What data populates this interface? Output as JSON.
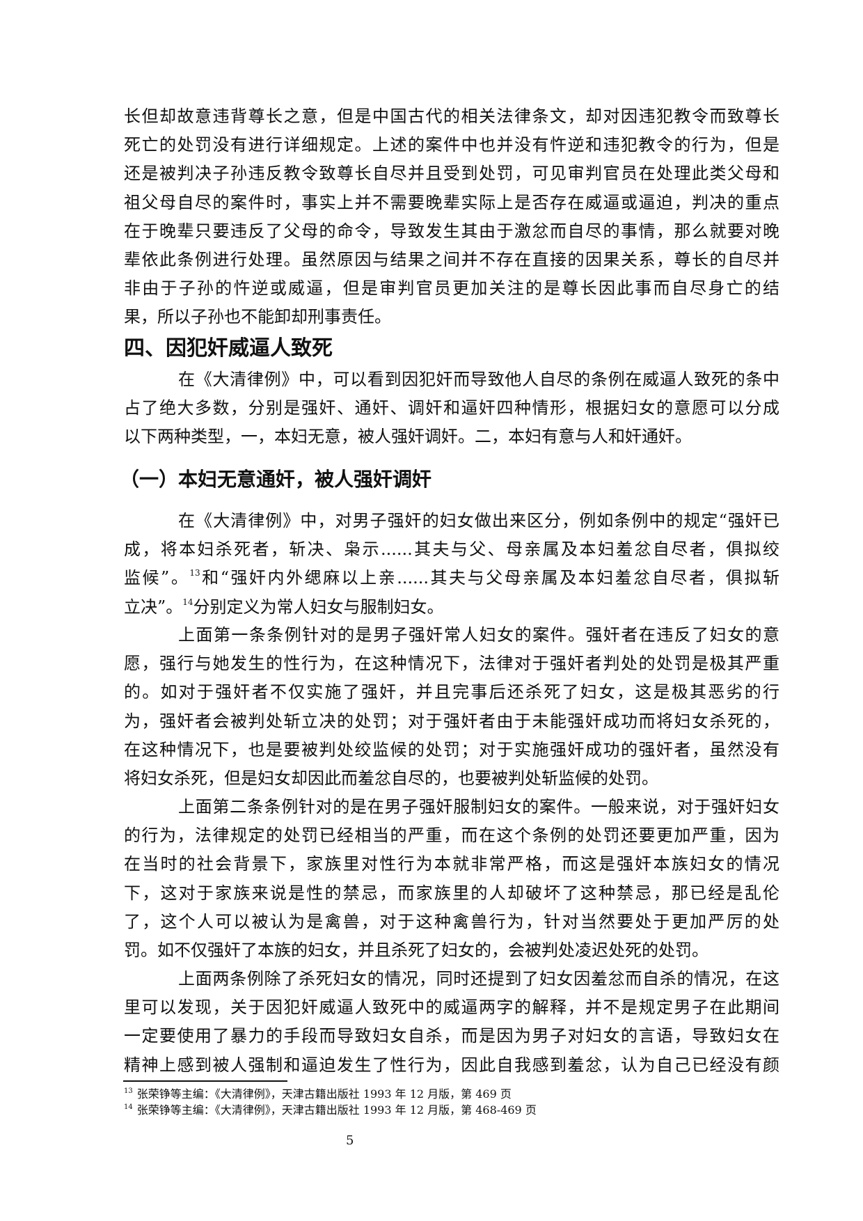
{
  "paragraph_1": [
    "长但却故意违背尊长之意，但是中国古代的相关法律条文，却对因违犯教令而致尊长",
    "死亡的处罚没有进行详细规定。上述的案件中也并没有忤逆和违犯教令的行为，但是",
    "还是被判决子孙违反教令致尊长自尽并且受到处罚，可见审判官员在处理此类父母和",
    "祖父母自尽的案件时，事实上并不需要晚辈实际上是否存在威逼或逼迫，判决的重点",
    "在于晚辈只要违反了父母的命令，导致发生其由于激忿而自尽的事情，那么就要对晚",
    "辈依此条例进行处理。虽然原因与结果之间并不存在直接的因果关系，尊长的自尽并",
    "非由于子孙的忤逆或威逼，但是审判官员更加关注的是尊长因此事而自尽身亡的结",
    "果，所以子孙也不能卸却刑事责任。"
  ],
  "heading_4": "四、因犯奸威逼人致死",
  "paragraph_2": [
    "在《大清律例》中，可以看到因犯奸而导致他人自尽的条例在威逼人致死的条中",
    "占了绝大多数，分别是强奸、通奸、调奸和逼奸四种情形，根据妇女的意愿可以分成",
    "以下两种类型，一，本妇无意，被人强奸调奸。二，本妇有意与人和奸通奸。"
  ],
  "subheading_1": "（一）本妇无意通奸，被人强奸调奸",
  "paragraph_3": [
    "在《大清律例》中，对男子强奸的妇女做出来区分，例如条例中的规定“强奸已",
    "成，将本妇杀死者，斩决、枭示......其夫与父、母亲属及本妇羞忿自尽者，俱拟绞",
    [
      "监候”。",
      "13",
      "和“强奸内外缌麻以上亲......其夫与父母亲属及本妇羞忿自尽者，俱拟斩"
    ],
    [
      "立决”。",
      "14",
      "分别定义为常人妇女与服制妇女。"
    ]
  ],
  "paragraph_4": [
    "上面第一条条例针对的是男子强奸常人妇女的案件。强奸者在违反了妇女的意",
    "愿，强行与她发生的性行为，在这种情况下，法律对于强奸者判处的处罚是极其严重",
    "的。如对于强奸者不仅实施了强奸，并且完事后还杀死了妇女，这是极其恶劣的行",
    "为，强奸者会被判处斩立决的处罚；对于强奸者由于未能强奸成功而将妇女杀死的，",
    "在这种情况下，也是要被判处绞监候的处罚；对于实施强奸成功的强奸者，虽然没有",
    "将妇女杀死，但是妇女却因此而羞忿自尽的，也要被判处斩监候的处罚。"
  ],
  "paragraph_5": [
    "上面第二条条例针对的是在男子强奸服制妇女的案件。一般来说，对于强奸妇女",
    "的行为，法律规定的处罚已经相当的严重，而在这个条例的处罚还要更加严重，因为",
    "在当时的社会背景下，家族里对性行为本就非常严格，而这是强奸本族妇女的情况",
    "下，这对于家族来说是性的禁忌，而家族里的人却破坏了这种禁忌，那已经是乱伦",
    "了，这个人可以被认为是禽兽，对于这种禽兽行为，针对当然要处于更加严厉的处",
    "罚。如不仅强奸了本族的妇女，并且杀死了妇女的，会被判处凌迟处死的处罚。"
  ],
  "paragraph_6": [
    "上面两条例除了杀死妇女的情况，同时还提到了妇女因羞忿而自杀的情况，在这",
    "里可以发现，关于因犯奸威逼人致死中的威逼两字的解释，并不是规定男子在此期间",
    "一定要使用了暴力的手段而导致妇女自杀，而是因为男子对妇女的言语，导致妇女在",
    "精神上感到被人强制和逼迫发生了性行为，因此自我感到羞忿，认为自己已经没有颜"
  ],
  "footnotes": [
    {
      "number": "13",
      "text": "张荣铮等主编：《大清律例》，天津古籍出版社 1993 年 12 月版，第 469 页"
    },
    {
      "number": "14",
      "text": "张荣铮等主编：《大清律例》，天津古籍出版社 1993 年 12 月版，第 468-469 页"
    }
  ],
  "page_number": "5"
}
